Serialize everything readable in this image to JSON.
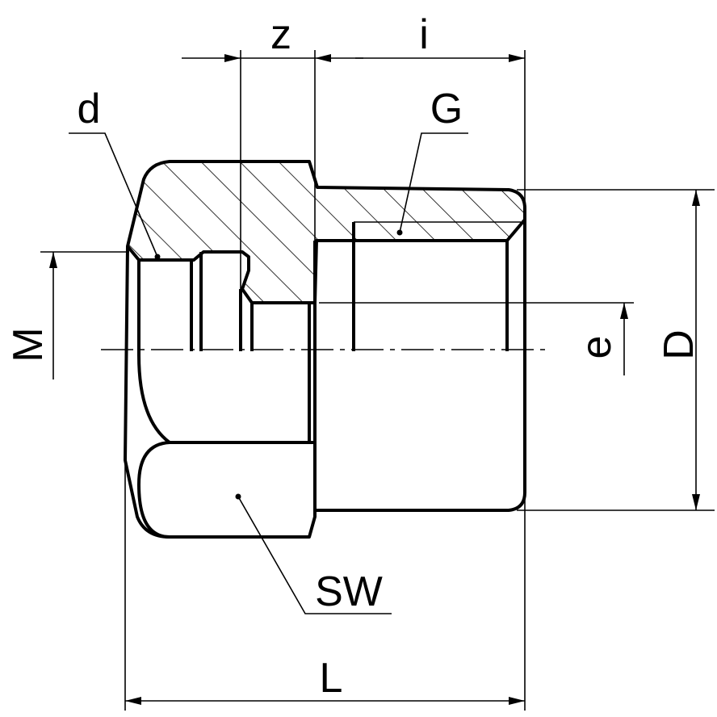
{
  "drawing": {
    "labels": {
      "z": "z",
      "i": "i",
      "d": "d",
      "G": "G",
      "M": "M",
      "e": "e",
      "D": "D",
      "SW": "SW",
      "L": "L"
    },
    "colors": {
      "line": "#000000",
      "background": "#ffffff"
    }
  }
}
